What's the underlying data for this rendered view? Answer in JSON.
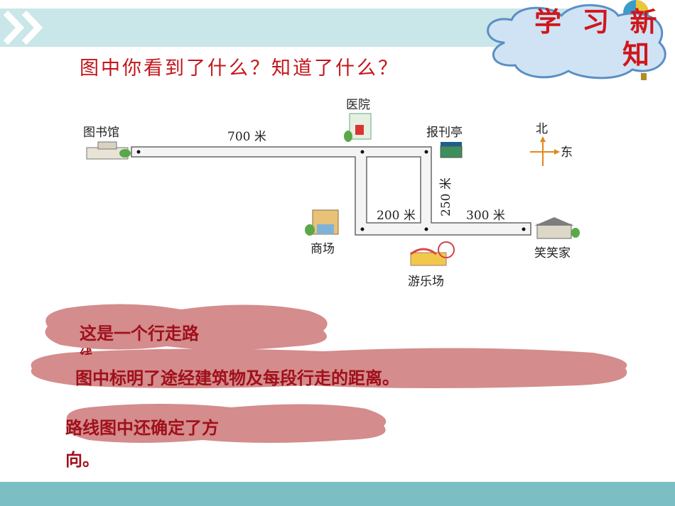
{
  "header": {
    "badge_lines": [
      "学 习 新",
      "知"
    ]
  },
  "question": "图中你看到了什么？知道了什么？",
  "map": {
    "places": {
      "library": "图书馆",
      "hospital": "医院",
      "newsstand": "报刊亭",
      "mall": "商场",
      "park": "游乐场",
      "home": "笑笑家"
    },
    "distances": {
      "library_hospital": "700 米",
      "newsstand_down": "250 米",
      "mall_park": "200 米",
      "park_home": "300 米"
    },
    "compass": {
      "north": "北",
      "east": "东"
    }
  },
  "notes": {
    "note1_line1": "这是一个行走路",
    "note1_line2": "线",
    "note2": "图中标明了途经建筑物及每段行走的距离。",
    "note3_line1": "路线图中还确定了方",
    "note3_line2": "向。"
  },
  "colors": {
    "header_bar": "#c9e6e8",
    "badge_cloud": "#cfe3f5",
    "red_text": "#c3141a",
    "note_cloud": "#d48c8c",
    "footer": "#7bbfc5"
  }
}
